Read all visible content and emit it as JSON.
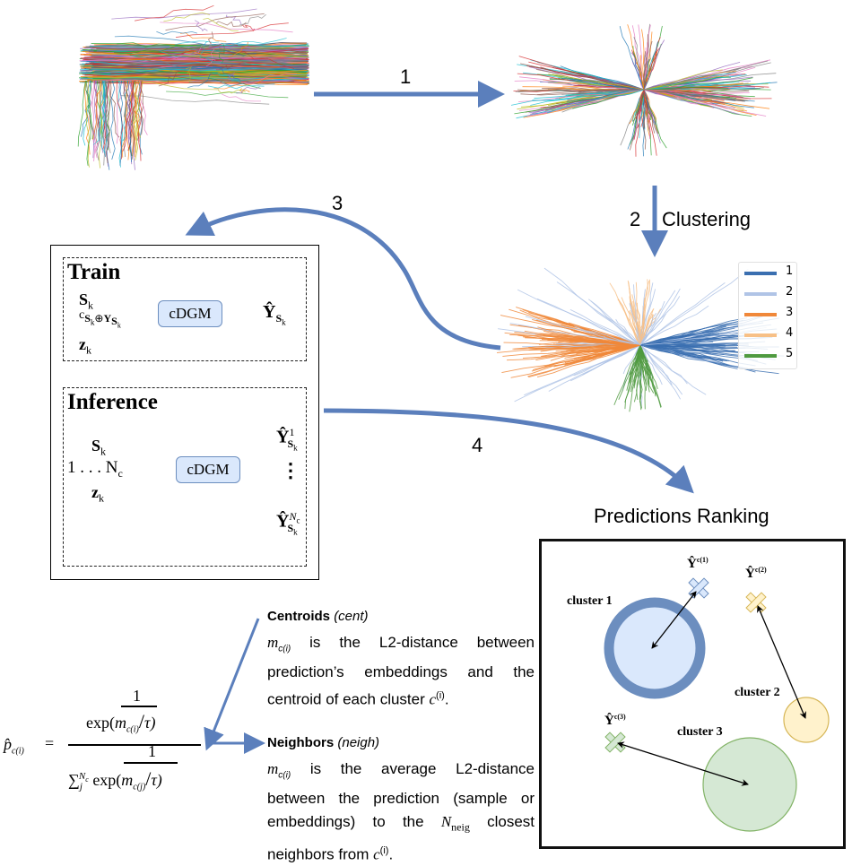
{
  "steps": {
    "step1": "1",
    "step2": "2",
    "step2_caption": "Clustering",
    "step3": "3",
    "step4": "4"
  },
  "colors": {
    "arrow": "#5b7fbc",
    "cdgm_fill": "#dae8fc",
    "cdgm_border": "#6c8ebf",
    "cluster1_fill": "#dae8fc",
    "cluster1_border": "#6c8ebf",
    "cluster2_fill": "#fff2cc",
    "cluster2_border": "#d6b656",
    "cluster3_fill": "#d5e8d4",
    "cluster3_border": "#82b366"
  },
  "trajectory_plots": {
    "raw": "raw-trajectories",
    "normalized": "normalized-trajectories",
    "clustered": "clustered-trajectories"
  },
  "legend": {
    "items": [
      {
        "label": "1",
        "color": "#3a6fb0"
      },
      {
        "label": "2",
        "color": "#b0c4e6"
      },
      {
        "label": "3",
        "color": "#f0883a"
      },
      {
        "label": "4",
        "color": "#f7c087"
      },
      {
        "label": "5",
        "color": "#4f9a40"
      }
    ]
  },
  "model": {
    "train": {
      "title": "Train",
      "input_s": "S",
      "input_s_sub": "k",
      "input_c": "c",
      "input_c_sub": "S",
      "input_c_sub2": "k",
      "oplus": "⊕",
      "input_c_y": "Y",
      "input_c_y_sub": "S",
      "input_c_y_sub2": "k",
      "input_z": "z",
      "input_z_sub": "k",
      "box": "cDGM",
      "output": "Ŷ",
      "output_sub": "S",
      "output_sub2": "k"
    },
    "inference": {
      "title": "Inference",
      "input_s": "S",
      "input_s_sub": "k",
      "range": "1 . . . N",
      "range_sub": "c",
      "input_z": "z",
      "input_z_sub": "k",
      "box": "cDGM",
      "output_first": "Ŷ",
      "output_first_sup": "1",
      "output_first_sub": "S",
      "output_first_sub2": "k",
      "ellipsis": "⋮",
      "output_last": "Ŷ",
      "output_last_sup": "N",
      "output_last_sup2": "c",
      "output_last_sub": "S",
      "output_last_sub2": "k"
    }
  },
  "formula": {
    "lhs": "p̂",
    "lhs_sub": "c(i)",
    "equals": "=",
    "num_exp": "exp(",
    "one": "1",
    "m": "m",
    "m_sub_num": "c(i)",
    "m_sub_den": "c(j)",
    "slash": "/",
    "tau": "τ)",
    "sum": "∑",
    "sum_sub": "j",
    "sum_sup": "N",
    "sum_sup_sub": "c",
    "den_exp": "exp("
  },
  "methods": {
    "centroids": {
      "title": "Centroids",
      "abbr": "(cent)",
      "body_m": "m",
      "body_m_sub": "c(i)",
      "body": " is the L2-distance between prediction’s embeddings and the centroid of each cluster ",
      "body_end": "c",
      "body_end_sup": "(i)",
      "period": "."
    },
    "neighbors": {
      "title": "Neighbors",
      "abbr": "(neigh)",
      "body_m": "m",
      "body_m_sub": "c(i)",
      "body": " is the average L2-distance between the prediction (sample or embeddings) to the ",
      "body_n": "N",
      "body_n_sub": "neig",
      "body_tail": " closest neighbors from ",
      "body_end": "c",
      "body_end_sup": "(i)",
      "period": "."
    }
  },
  "ranking": {
    "title": "Predictions Ranking",
    "clusters": [
      {
        "label": "cluster 1"
      },
      {
        "label": "cluster 2"
      },
      {
        "label": "cluster 3"
      }
    ],
    "predictions": [
      {
        "label": "Ŷ",
        "sup": "c(1)"
      },
      {
        "label": "Ŷ",
        "sup": "c(2)"
      },
      {
        "label": "Ŷ",
        "sup": "c(3)"
      }
    ]
  }
}
